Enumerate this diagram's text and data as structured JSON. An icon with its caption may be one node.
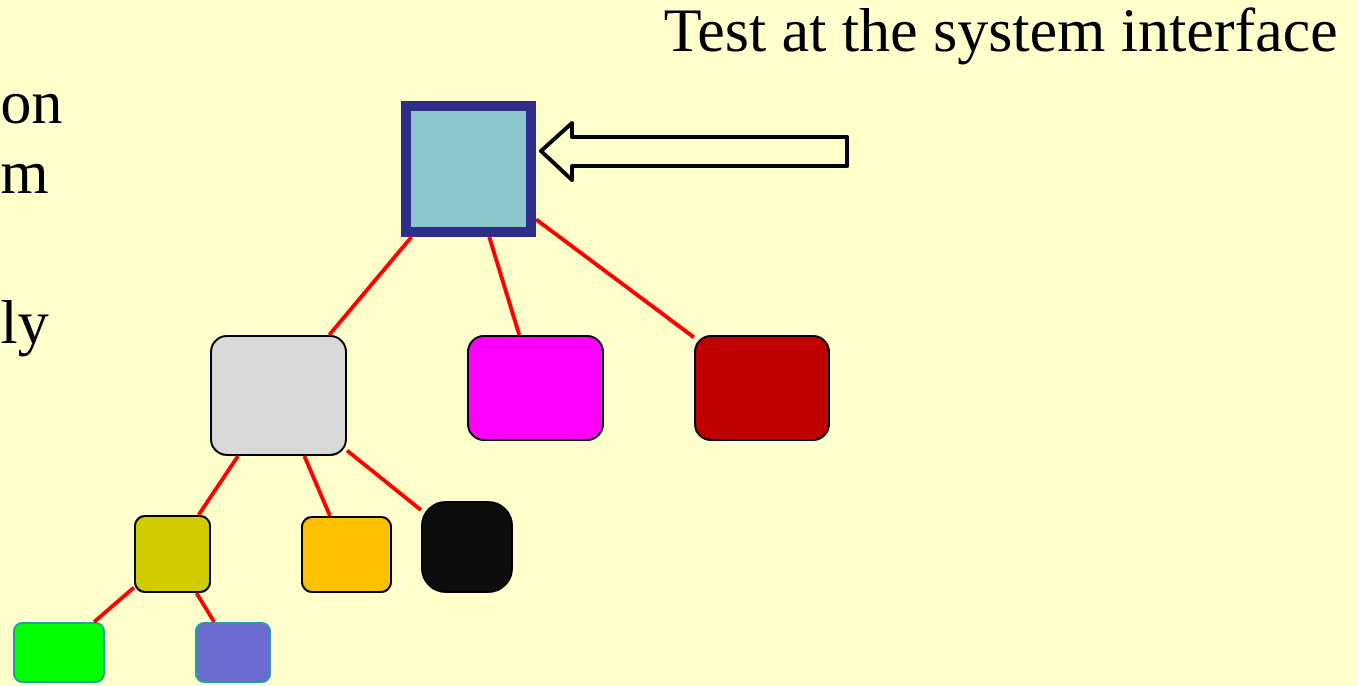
{
  "diagram": {
    "nodes": [
      {
        "text": [],
        "shape": "box"
      },
      {
        "text": [],
        "shape": "box"
      },
      {
        "text": [],
        "shape": "box"
      },
      {
        "text": [],
        "shape": "box"
      },
      {
        "text": [],
        "shape": "box"
      },
      {
        "text": [],
        "shape": "box"
      },
      {
        "text": [],
        "shape": "box"
      },
      {
        "text": [],
        "shape": "box"
      },
      {
        "text": [],
        "shape": "box"
      }
    ],
    "edges": [
      {
        "from": 0,
        "to": 1,
        "arrow": "none"
      },
      {
        "from": 0,
        "to": 2,
        "arrow": "none"
      },
      {
        "from": 0,
        "to": 3,
        "arrow": "none"
      },
      {
        "from": 1,
        "to": 4,
        "arrow": "none"
      },
      {
        "from": 1,
        "to": 5,
        "arrow": "none"
      },
      {
        "from": 1,
        "to": 6,
        "arrow": "none"
      },
      {
        "from": 4,
        "to": 7,
        "arrow": "none"
      },
      {
        "from": 4,
        "to": 8,
        "arrow": "none"
      },
      {
        "from": null,
        "to": 0,
        "arrow": "to",
        "color": "#000000"
      }
    ],
    "labels": [
      "Test at the system interface",
      "on",
      "m",
      "ly"
    ]
  }
}
